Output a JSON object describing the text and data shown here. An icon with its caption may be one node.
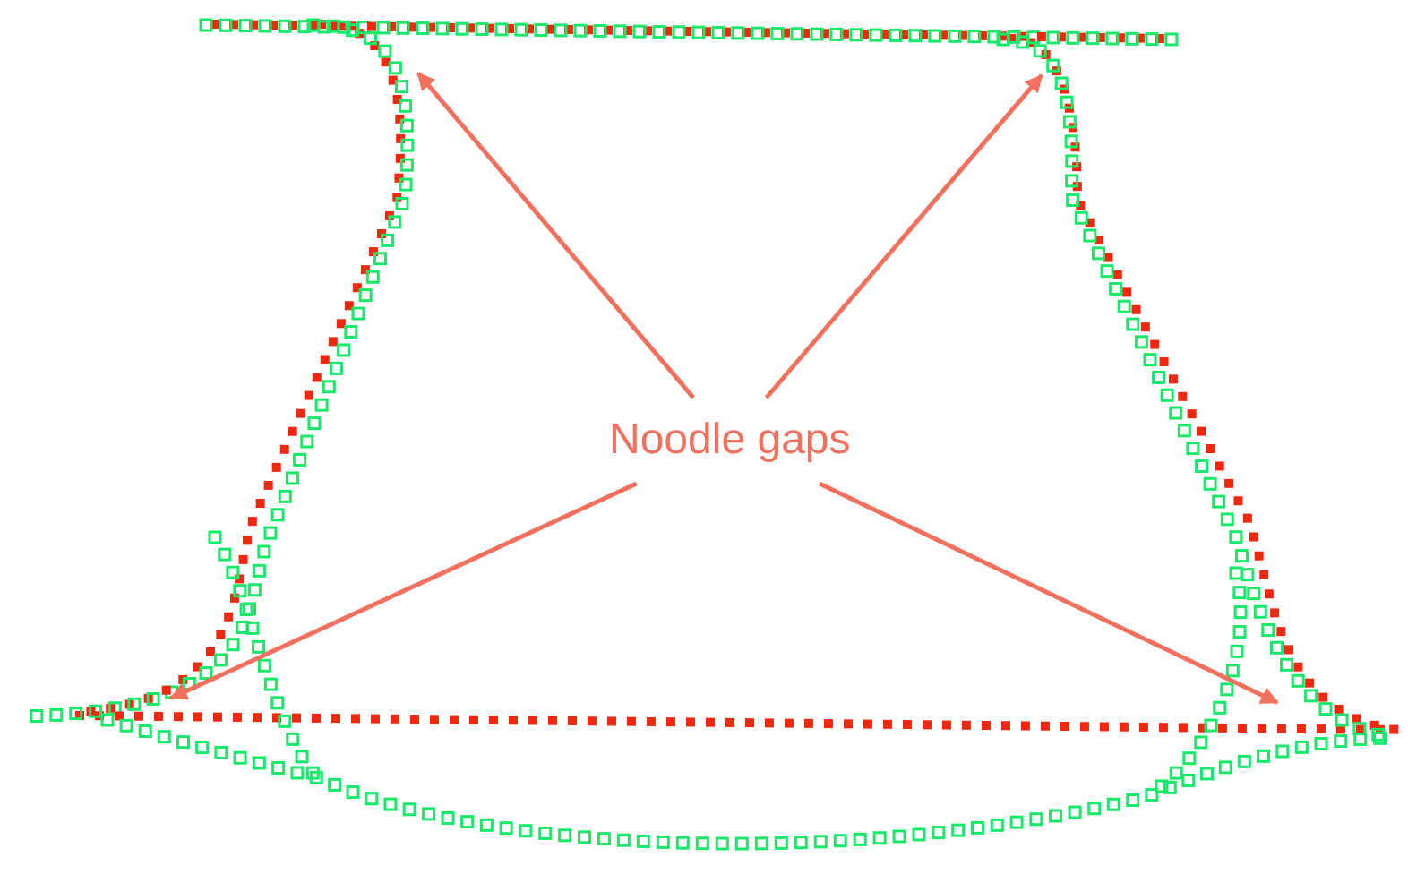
{
  "diagram": {
    "nodes": [
      {
        "text": [
          "Noodle gaps"
        ]
      },
      {
        "text": [],
        "shape": "curve"
      },
      {
        "text": [],
        "shape": "curve"
      },
      {
        "text": [],
        "shape": "curve"
      },
      {
        "text": [],
        "shape": "curve"
      }
    ],
    "edges": [
      {
        "from": 0,
        "to": 1,
        "arrow": "to"
      },
      {
        "from": 0,
        "to": 2,
        "arrow": "to"
      },
      {
        "from": 0,
        "to": 3,
        "arrow": "to"
      },
      {
        "from": 0,
        "to": 4,
        "arrow": "to"
      }
    ]
  }
}
